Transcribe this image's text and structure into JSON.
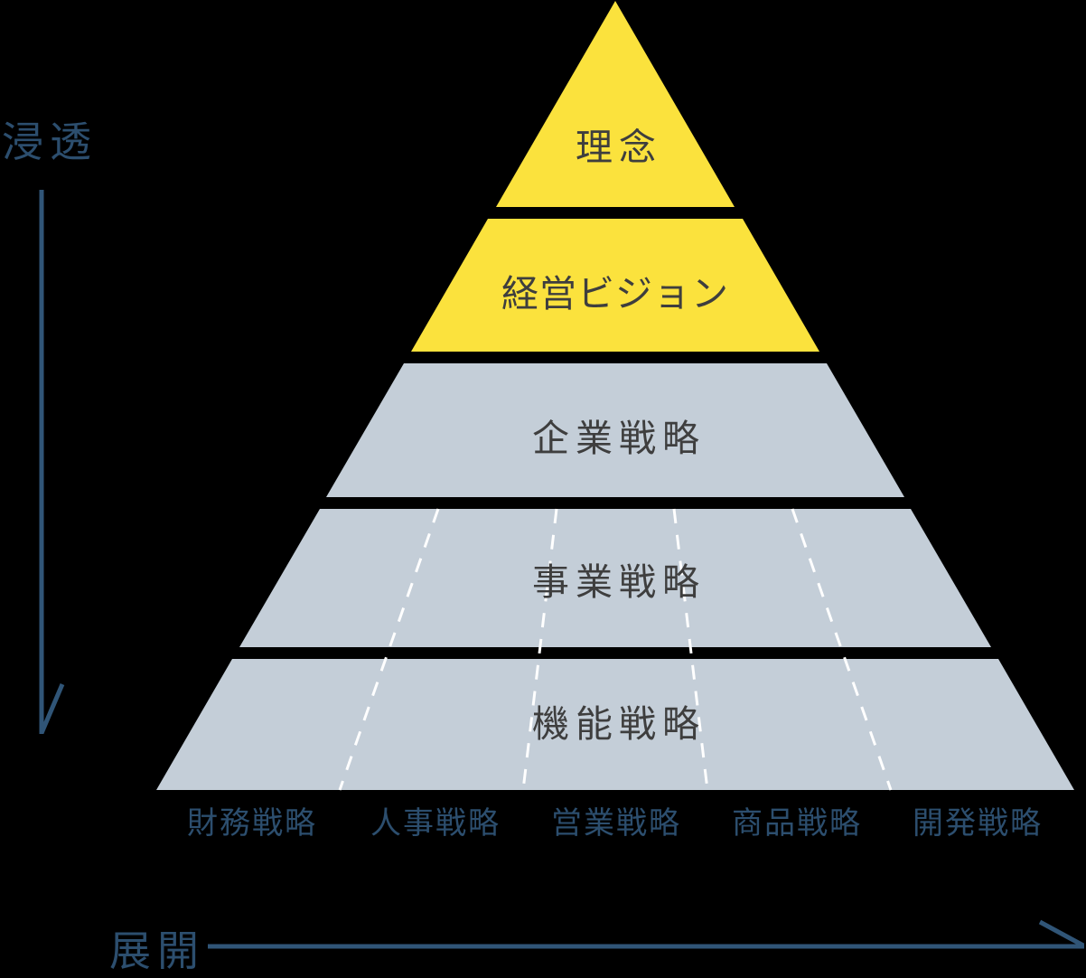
{
  "diagram": {
    "type": "pyramid",
    "colors": {
      "background": "#000000",
      "layer_yellow": "#FBE23D",
      "layer_gray_blue": "#C4CED8",
      "layer_text": "#3E3E3E",
      "navy_text": "#2C4E6E",
      "arrow": "#305577",
      "divider_dash": "#FFFFFF"
    },
    "left_axis": {
      "label": "浸透"
    },
    "bottom_axis": {
      "label": "展開"
    },
    "layers": [
      {
        "label": "理念",
        "color": "#FBE23D"
      },
      {
        "label": "経営ビジョン",
        "color": "#FBE23D"
      },
      {
        "label": "企業戦略",
        "color": "#C4CED8"
      },
      {
        "label": "事業戦略",
        "color": "#C4CED8"
      },
      {
        "label": "機能戦略",
        "color": "#C4CED8"
      }
    ],
    "base_labels": [
      {
        "label": "財務戦略"
      },
      {
        "label": "人事戦略"
      },
      {
        "label": "営業戦略"
      },
      {
        "label": "商品戦略"
      },
      {
        "label": "開発戦略"
      }
    ]
  }
}
